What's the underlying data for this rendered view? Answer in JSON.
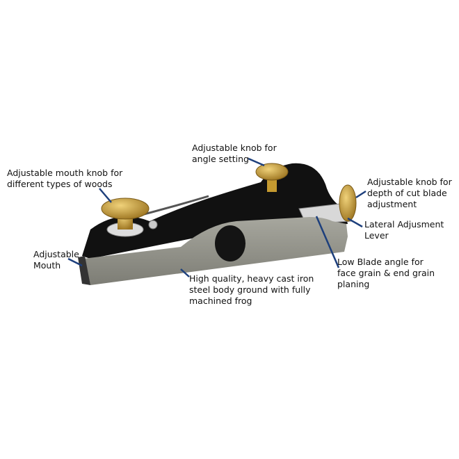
{
  "colors": {
    "leader": "#1d3f7c",
    "body_side": "#8f8f86",
    "body_top": "#111111",
    "brass": "#c9a03a",
    "chrome": "#d9d9d9"
  },
  "labels": {
    "mouth_knob": [
      "Adjustable mouth knob for",
      "different types of woods"
    ],
    "angle_knob": [
      "Adjustable knob for",
      "angle setting"
    ],
    "depth_knob": [
      "Adjustable knob for",
      "depth of cut blade",
      "adjustment"
    ],
    "lateral_lever": [
      "Lateral Adjusment",
      "Lever"
    ],
    "blade_angle": [
      "Low Blade angle for",
      "face grain & end grain",
      "planing"
    ],
    "body": [
      "High quality, heavy cast iron",
      "steel body ground with fully",
      "machined frog"
    ],
    "mouth": [
      "Adjustable",
      "Mouth"
    ]
  }
}
